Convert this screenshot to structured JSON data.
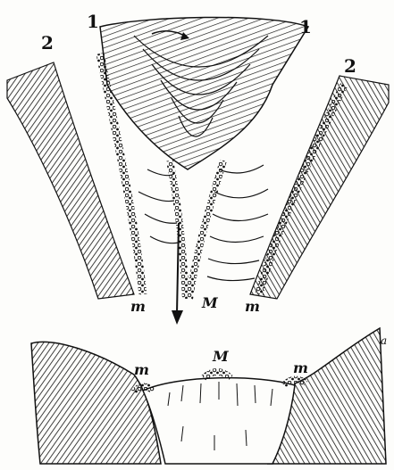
{
  "figure": {
    "top_diagram": {
      "glacier_labels": [
        "1",
        "1",
        "2",
        "2"
      ],
      "moraine_labels": [
        "m",
        "M",
        "m"
      ]
    },
    "bottom_section": {
      "moraine_labels": [
        "m",
        "M",
        "m"
      ],
      "corner_label": "a"
    }
  },
  "colors": {
    "ink": "#111111",
    "paper": "#fdfdfb"
  }
}
